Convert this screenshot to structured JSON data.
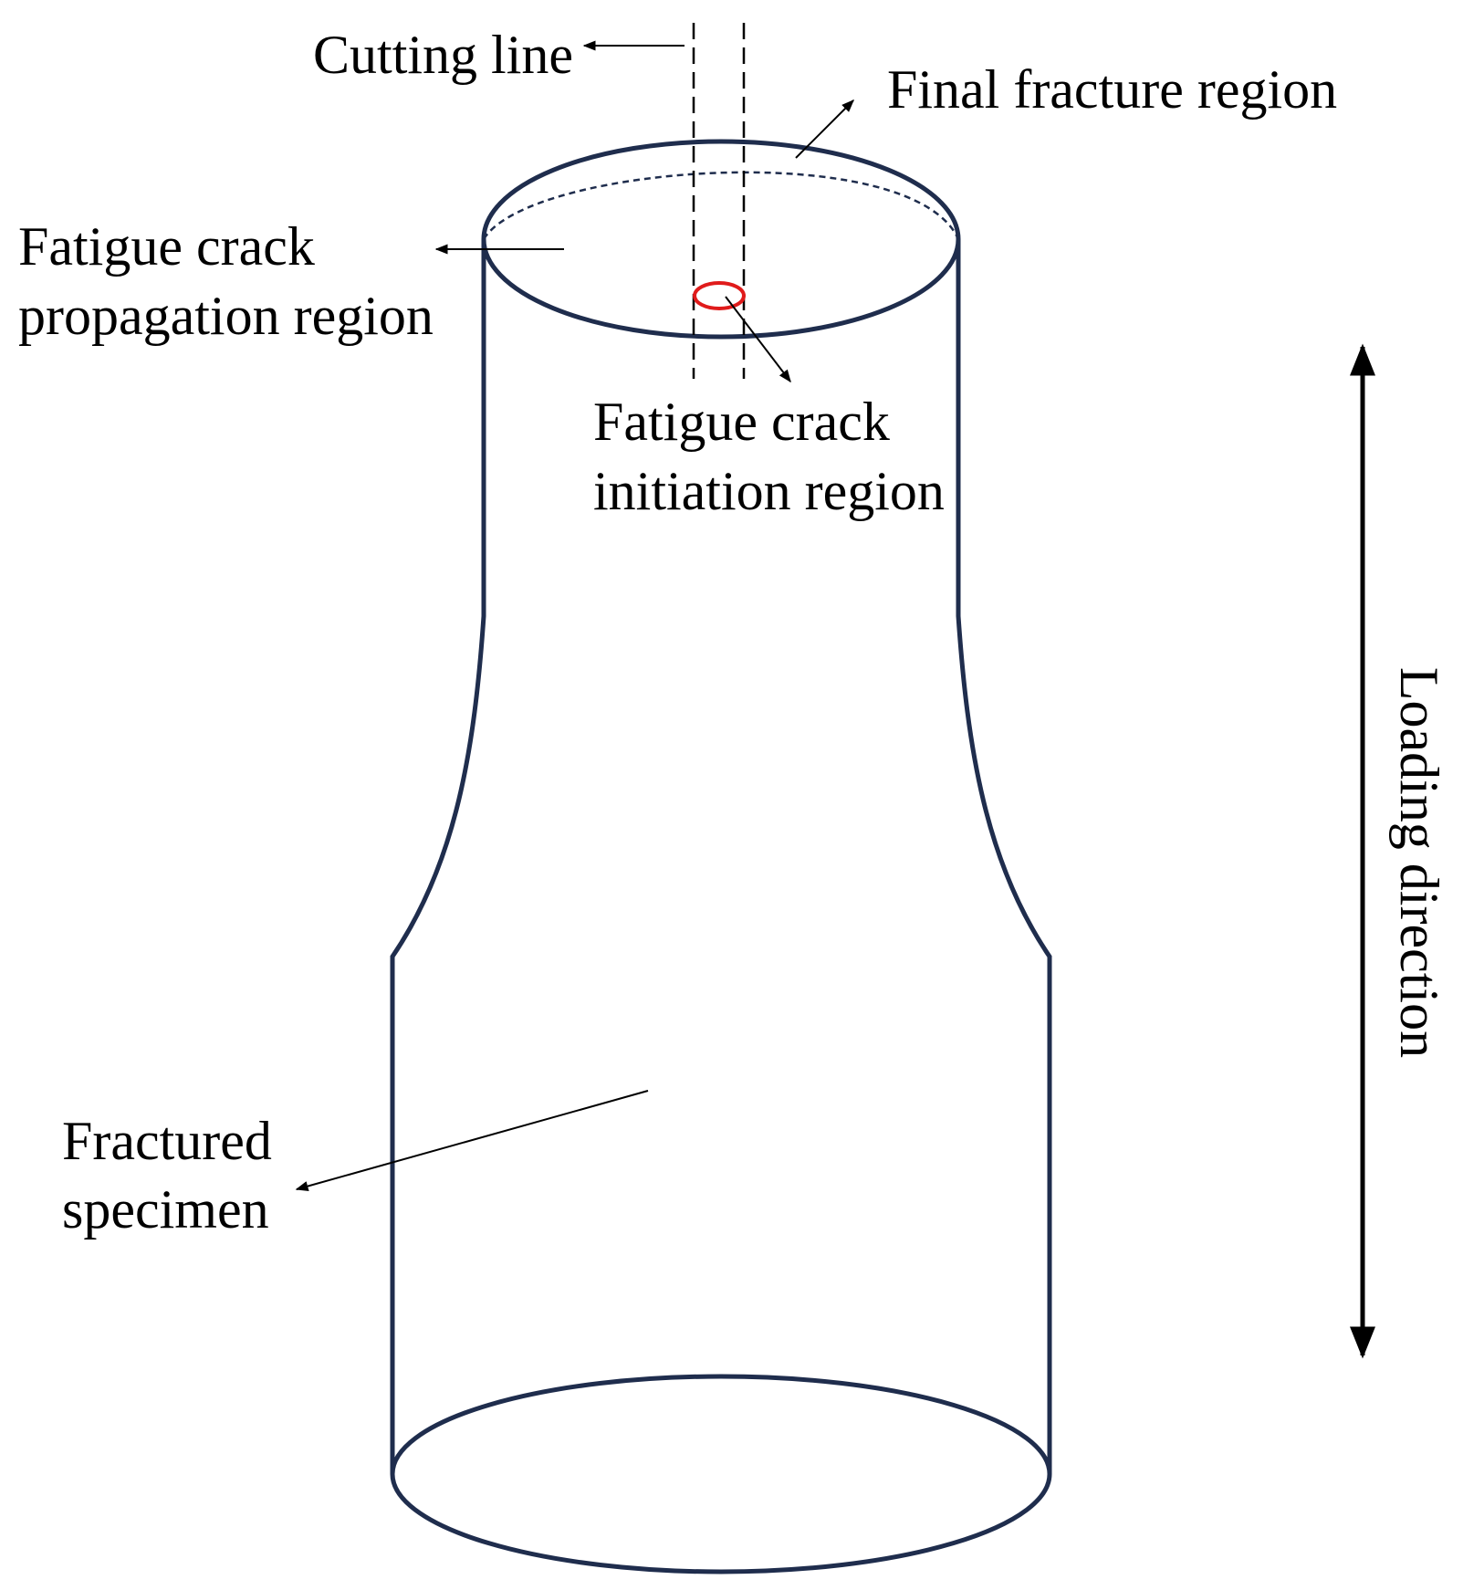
{
  "labels": {
    "cutting_line": "Cutting line",
    "final_fracture_region": "Final fracture region",
    "propagation_line1": "Fatigue crack",
    "propagation_line2": "propagation region",
    "initiation_line1": "Fatigue crack",
    "initiation_line2": "initiation region",
    "fractured_line1": "Fractured",
    "fractured_line2": "specimen",
    "loading_direction": "Loading direction"
  },
  "colors": {
    "specimen_outline": "#1f2d4d",
    "initiation_marker": "#e01b1b",
    "annotation": "#000000"
  }
}
